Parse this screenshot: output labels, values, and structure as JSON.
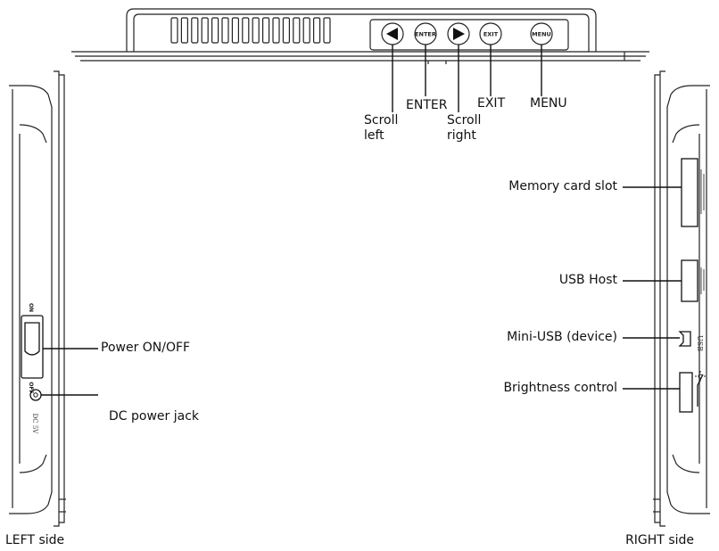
{
  "top_view": {
    "buttons": [
      {
        "id": "scroll-left",
        "face": "",
        "icon": "triangle-left-icon"
      },
      {
        "id": "enter",
        "face": "ENTER"
      },
      {
        "id": "scroll-right",
        "face": "",
        "icon": "triangle-right-icon"
      },
      {
        "id": "exit",
        "face": "EXIT"
      },
      {
        "id": "menu",
        "face": "MENU"
      }
    ],
    "callouts": {
      "scroll_left": [
        "Scroll",
        "left"
      ],
      "enter": "ENTER",
      "scroll_right": [
        "Scroll",
        "right"
      ],
      "exit": "EXIT",
      "menu": "MENU"
    }
  },
  "left_side": {
    "caption": "LEFT side",
    "switch_on_mark": "ON",
    "switch_off_mark": "OFF",
    "jack_mark": "DC 5V",
    "callouts": {
      "power": "Power ON/OFF",
      "dc_jack": "DC power jack"
    }
  },
  "right_side": {
    "caption": "RIGHT side",
    "usb_mark": "USB",
    "callouts": {
      "memory_card": "Memory card slot",
      "usb_host": "USB Host",
      "mini_usb": "Mini-USB (device)",
      "brightness": "Brightness control"
    }
  }
}
